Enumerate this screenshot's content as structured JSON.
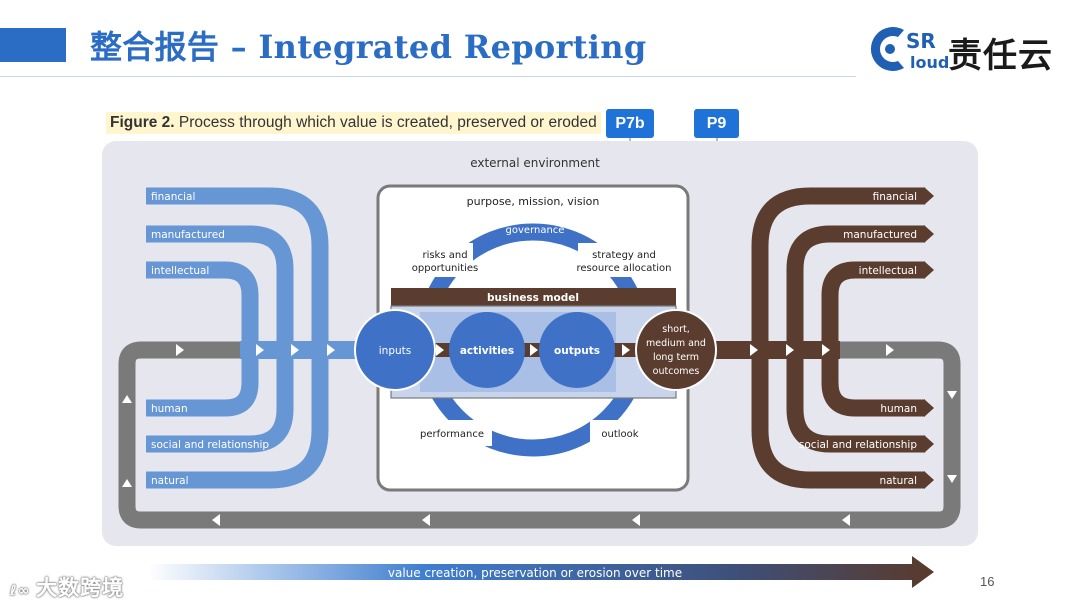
{
  "header": {
    "title_cn": "整合报告",
    "title_sep": " – ",
    "title_en": "Integrated Reporting"
  },
  "logo": {
    "text_en": "SR",
    "text_en2": "loud",
    "text_cn": "责任云"
  },
  "figure": {
    "caption_label": "Figure 2.",
    "caption_text": " Process through which value is created, preserved or eroded"
  },
  "markers": [
    "P7b",
    "P9"
  ],
  "diagram": {
    "outer_label": "external environment",
    "inner_label": "purpose, mission, vision",
    "governance": "governance",
    "risks": [
      "risks and",
      "opportunities"
    ],
    "strategy": [
      "strategy and",
      "resource allocation"
    ],
    "business_model": "business model",
    "performance": "performance",
    "outlook": "outlook",
    "nodes": {
      "inputs": "inputs",
      "activities": "activities",
      "outputs": "outputs",
      "outcomes": [
        "short,",
        "medium and",
        "long term",
        "outcomes"
      ]
    },
    "capitals_in": [
      "financial",
      "manufactured",
      "intellectual",
      "human",
      "social and relationship",
      "natural"
    ],
    "capitals_out": [
      "financial",
      "manufactured",
      "intellectual",
      "human",
      "social and relationship",
      "natural"
    ]
  },
  "timeline_label": "value creation, preservation or erosion over time",
  "page_number": "16",
  "watermark": "大数跨境",
  "colors": {
    "blue": "#2b6cc4",
    "capital_blue": "#6796d4",
    "brown": "#5a3d2e",
    "grey": "#7a7a7a"
  }
}
